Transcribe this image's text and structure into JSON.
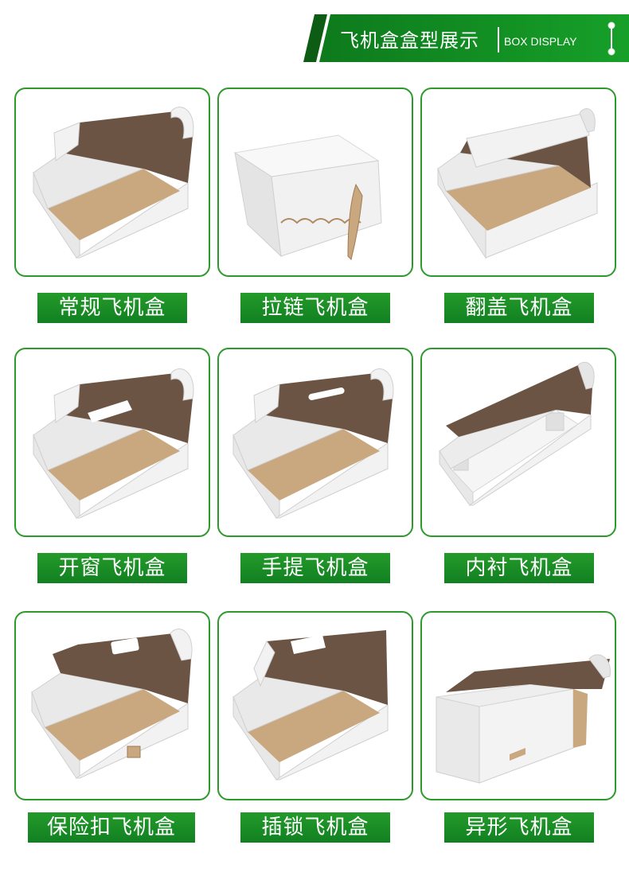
{
  "header": {
    "title": "飞机盒盒型展示",
    "subtitle": "BOX DISPLAY"
  },
  "colors": {
    "accent_green": "#1f8f25",
    "dark_green": "#0c5c14",
    "kraft": "#c9a87f",
    "kraft_dark": "#6b5444",
    "white_board": "#f1f1f1"
  },
  "boxes": [
    {
      "label": "常规飞机盒"
    },
    {
      "label": "拉链飞机盒"
    },
    {
      "label": "翻盖飞机盒"
    },
    {
      "label": "开窗飞机盒"
    },
    {
      "label": "手提飞机盒"
    },
    {
      "label": "内衬飞机盒"
    },
    {
      "label": "保险扣飞机盒"
    },
    {
      "label": "插锁飞机盒"
    },
    {
      "label": "异形飞机盒"
    }
  ]
}
